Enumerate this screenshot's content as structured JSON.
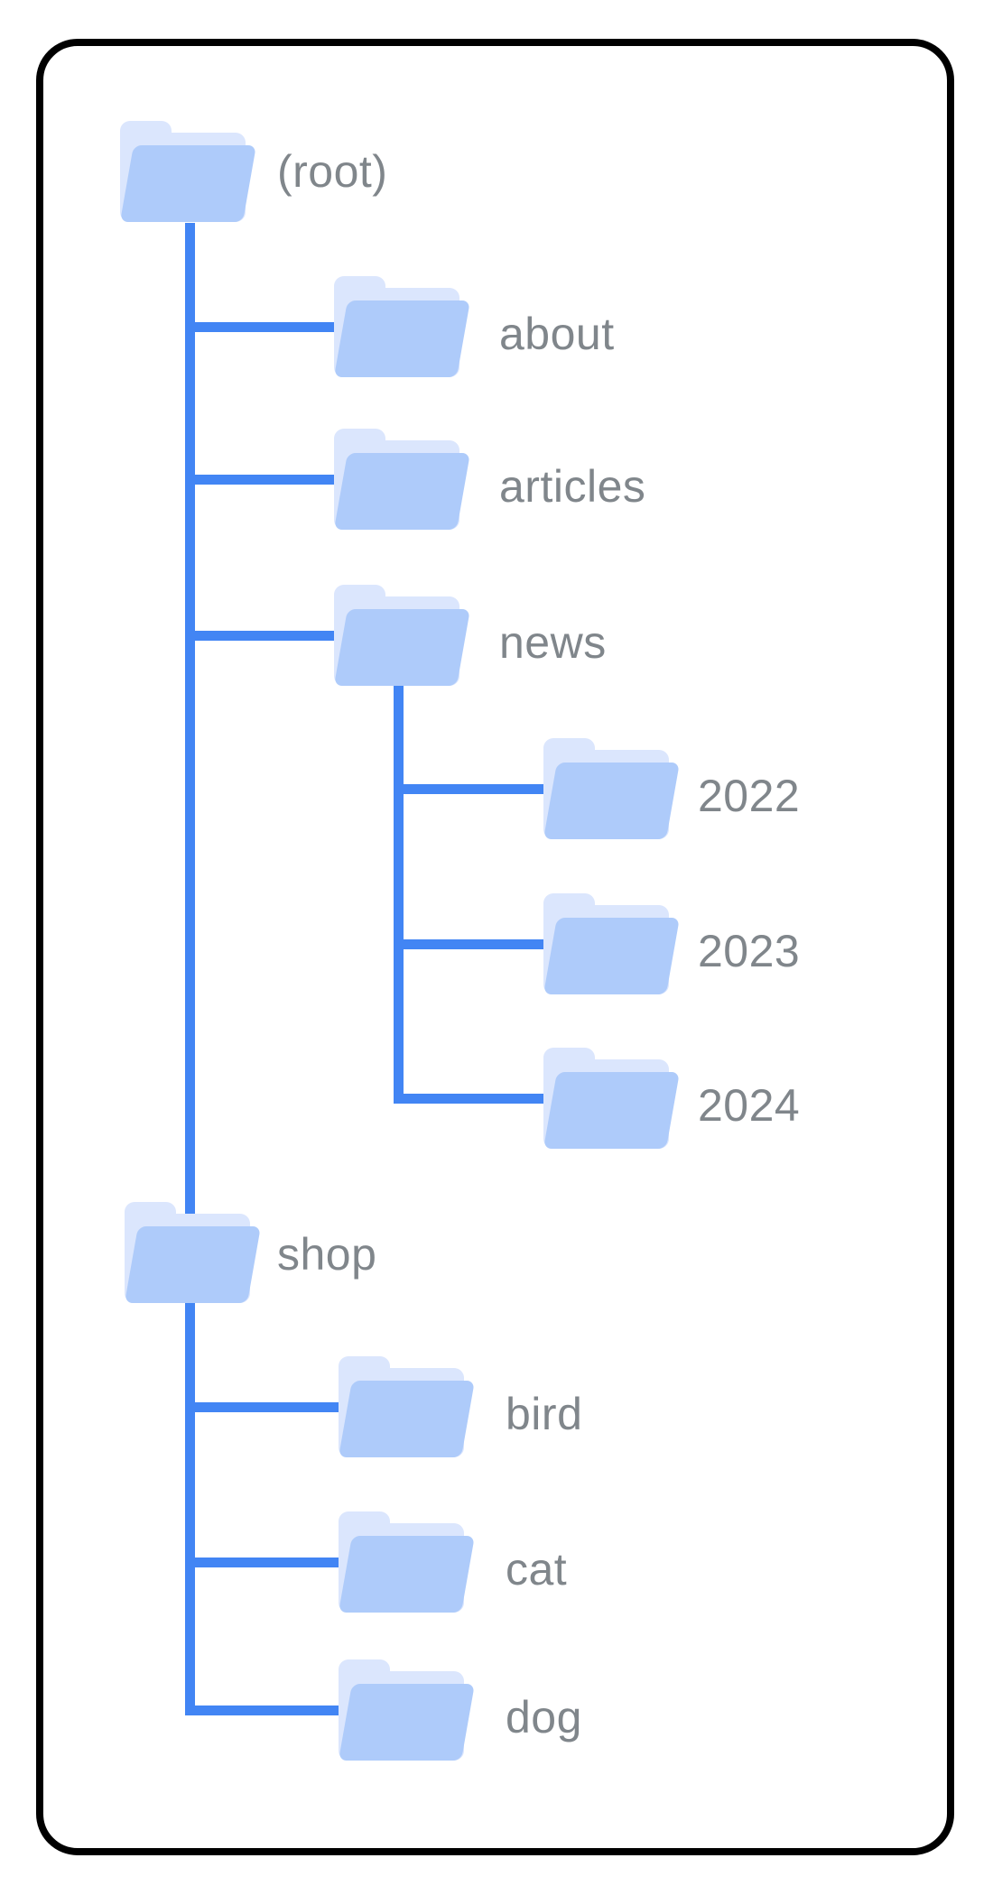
{
  "diagram": {
    "description": "Website folder structure tree",
    "nodes": [
      {
        "id": "root",
        "label": "(root)",
        "parent": null,
        "depth": 0
      },
      {
        "id": "about",
        "label": "about",
        "parent": "root",
        "depth": 1
      },
      {
        "id": "articles",
        "label": "articles",
        "parent": "root",
        "depth": 1
      },
      {
        "id": "news",
        "label": "news",
        "parent": "root",
        "depth": 1
      },
      {
        "id": "y2022",
        "label": "2022",
        "parent": "news",
        "depth": 2
      },
      {
        "id": "y2023",
        "label": "2023",
        "parent": "news",
        "depth": 2
      },
      {
        "id": "y2024",
        "label": "2024",
        "parent": "news",
        "depth": 2
      },
      {
        "id": "shop",
        "label": "shop",
        "parent": "root",
        "depth": 1
      },
      {
        "id": "bird",
        "label": "bird",
        "parent": "shop",
        "depth": 2
      },
      {
        "id": "cat",
        "label": "cat",
        "parent": "shop",
        "depth": 2
      },
      {
        "id": "dog",
        "label": "dog",
        "parent": "shop",
        "depth": 2
      }
    ]
  },
  "icons": {
    "folder": "folder-icon"
  },
  "colors": {
    "bg": "#ffffff",
    "line_blue": "#4285f4",
    "folder_front": "#aecbfa",
    "folder_back": "#dbe6fd",
    "label_gray": "#80868b",
    "border_black": "#000000"
  }
}
